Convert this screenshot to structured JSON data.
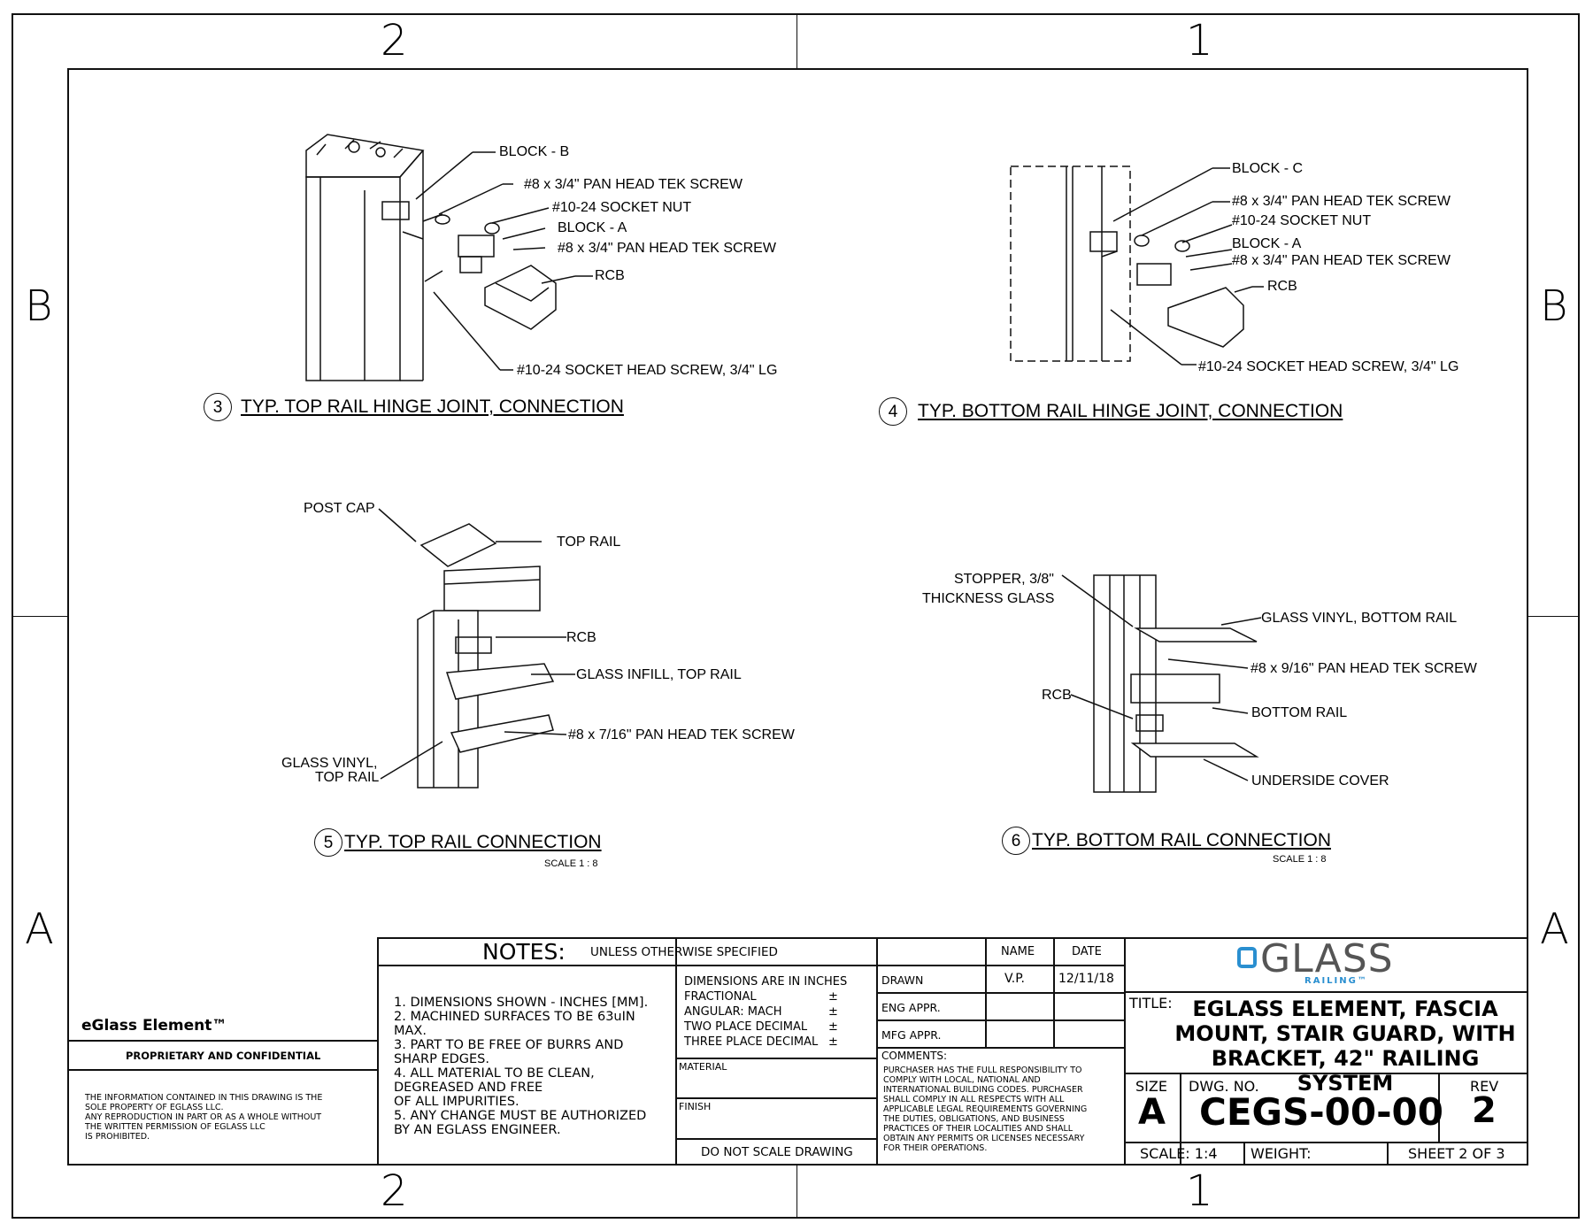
{
  "zones": {
    "top_left": "2",
    "top_right": "1",
    "bottom_left": "2",
    "bottom_right": "1",
    "left_upper": "B",
    "left_lower": "A",
    "right_upper": "B",
    "right_lower": "A"
  },
  "detail3": {
    "number": "3",
    "title": "TYP. TOP RAIL HINGE JOINT, CONNECTION",
    "callouts": [
      "BLOCK - B",
      "#8 x 3/4\" PAN HEAD TEK SCREW",
      "#10-24 SOCKET NUT",
      "BLOCK - A",
      "#8 x 3/4\" PAN HEAD TEK SCREW",
      "RCB",
      "#10-24 SOCKET HEAD SCREW, 3/4\" LG"
    ]
  },
  "detail4": {
    "number": "4",
    "title": "TYP. BOTTOM RAIL HINGE JOINT, CONNECTION",
    "callouts": [
      "BLOCK - C",
      "#8 x 3/4\" PAN HEAD TEK SCREW",
      "#10-24 SOCKET NUT",
      "BLOCK - A",
      "#8 x 3/4\" PAN HEAD TEK SCREW",
      "RCB",
      "#10-24 SOCKET HEAD SCREW, 3/4\" LG"
    ]
  },
  "detail5": {
    "number": "5",
    "title": "TYP. TOP RAIL CONNECTION",
    "scale": "SCALE 1 : 8",
    "callouts": [
      "POST CAP",
      "TOP RAIL",
      "RCB",
      "GLASS INFILL, TOP RAIL",
      "#8 x 7/16\" PAN HEAD TEK SCREW",
      "GLASS VINYL,",
      "TOP RAIL"
    ]
  },
  "detail6": {
    "number": "6",
    "title": "TYP. BOTTOM RAIL CONNECTION",
    "scale": "SCALE 1 : 8",
    "callouts": [
      "STOPPER, 3/8\"",
      "THICKNESS GLASS",
      "GLASS VINYL, BOTTOM RAIL",
      "#8 x 9/16\" PAN HEAD TEK SCREW",
      "RCB",
      "BOTTOM RAIL",
      "UNDERSIDE COVER"
    ]
  },
  "notes": {
    "heading": "NOTES:",
    "sub": "UNLESS OTHERWISE SPECIFIED",
    "lines": [
      "1. DIMENSIONS SHOWN - INCHES [MM].",
      "2. MACHINED SURFACES TO BE 63uIN",
      "MAX.",
      "3. PART TO BE FREE OF BURRS AND",
      "SHARP EDGES.",
      "4. ALL MATERIAL TO BE CLEAN,",
      "DEGREASED AND FREE",
      "OF ALL IMPURITIES.",
      "5. ANY CHANGE MUST BE AUTHORIZED",
      "BY AN EGLASS ENGINEER."
    ]
  },
  "tolerances": {
    "lines": [
      "DIMENSIONS ARE IN INCHES",
      "FRACTIONAL",
      "ANGULAR: MACH",
      "TWO PLACE DECIMAL",
      "THREE PLACE DECIMAL"
    ],
    "pm": "±",
    "material": "MATERIAL",
    "finish": "FINISH",
    "no_scale": "DO NOT SCALE DRAWING"
  },
  "approvals": {
    "name_hdr": "NAME",
    "date_hdr": "DATE",
    "drawn": "DRAWN",
    "drawn_name": "V.P.",
    "drawn_date": "12/11/18",
    "eng": "ENG APPR.",
    "mfg": "MFG APPR.",
    "comments": "COMMENTS:",
    "comment_lines": [
      "PURCHASER HAS THE FULL RESPONSIBILITY TO",
      "COMPLY WITH LOCAL, NATIONAL AND",
      "INTERNATIONAL BUILDING CODES. PURCHASER",
      "SHALL COMPLY IN ALL RESPECTS WITH ALL",
      "APPLICABLE LEGAL REQUIREMENTS GOVERNING",
      "THE DUTIES, OBLIGATIONS, AND BUSINESS",
      "PRACTICES OF THEIR LOCALITIES AND SHALL",
      "OBTAIN ANY PERMITS OR LICENSES NECESSARY",
      "FOR THEIR OPERATIONS."
    ]
  },
  "proprietary": {
    "product": "eGlass Element™",
    "heading": "PROPRIETARY AND CONFIDENTIAL",
    "lines": [
      "THE INFORMATION CONTAINED IN THIS DRAWING IS THE",
      "SOLE PROPERTY OF EGLASS LLC.",
      "ANY REPRODUCTION IN PART OR AS A WHOLE WITHOUT",
      "THE WRITTEN PERMISSION OF EGLASS LLC",
      "IS PROHIBITED."
    ]
  },
  "logo": {
    "word": "GLASS",
    "sub": "RAILING™",
    "color": "#2a8fd0"
  },
  "title_block": {
    "title_label": "TITLE:",
    "title_lines": [
      "EGLASS ELEMENT, FASCIA",
      "MOUNT, STAIR GUARD, WITH",
      "BRACKET,  42\" RAILING SYSTEM"
    ],
    "size_label": "SIZE",
    "size": "A",
    "dwg_label": "DWG.  NO.",
    "dwg_no": "CEGS-00-00",
    "rev_label": "REV",
    "rev": "2",
    "scale": "SCALE: 1:4",
    "weight": "WEIGHT:",
    "sheet": "SHEET 2 OF 3"
  }
}
